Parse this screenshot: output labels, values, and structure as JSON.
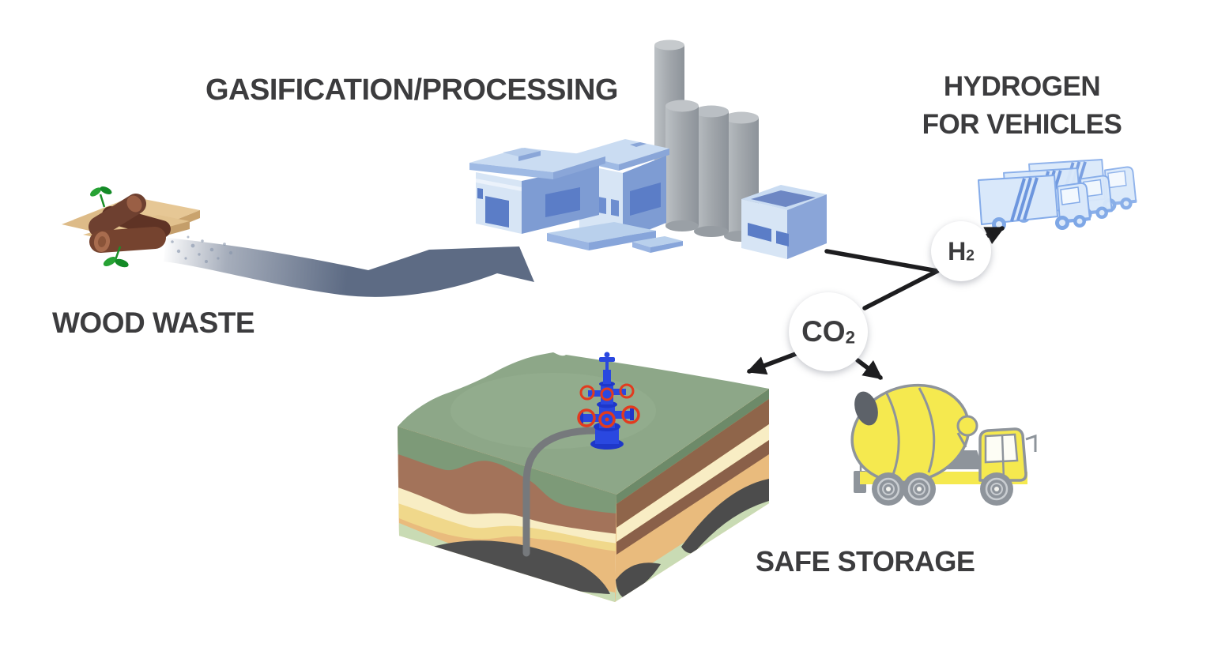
{
  "labels": {
    "process": "GASIFICATION/PROCESSING",
    "hydrogen": {
      "line1": "HYDROGEN",
      "line2": "FOR VEHICLES"
    },
    "wood_waste": "WOOD WASTE",
    "safe_storage": "SAFE STORAGE"
  },
  "badges": {
    "co2": {
      "symbol": "CO",
      "subscript": "2"
    },
    "h2": {
      "symbol": "H",
      "subscript": "2"
    }
  },
  "flow": {
    "nodes": [
      {
        "id": "wood-waste",
        "label": "WOOD WASTE"
      },
      {
        "id": "gasification-processing",
        "label": "GASIFICATION/PROCESSING"
      },
      {
        "id": "h2",
        "label": "H2"
      },
      {
        "id": "hydrogen-for-vehicles",
        "label": "HYDROGEN FOR VEHICLES"
      },
      {
        "id": "co2",
        "label": "CO2"
      },
      {
        "id": "safe-storage",
        "label": "SAFE STORAGE"
      },
      {
        "id": "concrete-truck",
        "label": ""
      }
    ],
    "edges": [
      {
        "from": "wood-waste",
        "to": "gasification-processing",
        "style": "bulk-arrow"
      },
      {
        "from": "gasification-processing",
        "to": "h2",
        "style": "line"
      },
      {
        "from": "h2",
        "to": "hydrogen-for-vehicles",
        "style": "arrow"
      },
      {
        "from": "co2",
        "to": "h2",
        "style": "line"
      },
      {
        "from": "co2",
        "to": "safe-storage",
        "style": "arrow"
      },
      {
        "from": "co2",
        "to": "concrete-truck",
        "style": "arrow"
      }
    ]
  },
  "colors": {
    "text": "#3c3c3e",
    "bulk_arrow": "#5d6b84",
    "thin_arrow": "#1d1d1f",
    "factory_light_blue": "#d7e5f5",
    "factory_mid_blue": "#7e9cd3",
    "factory_dark_blue": "#5b7dc7",
    "silo_gray": "#a2a7ac",
    "truck_blue": "#d9e8fa",
    "cement_yellow": "#f5e94f",
    "machinery_gray": "#8e949b",
    "ground_green": "#8da788",
    "layer_cream": "#f8edc4",
    "layer_tan": "#e9bb7d",
    "layer_brown": "#8f654a",
    "layer_pale_green": "#c9dbb4",
    "layer_dark_lens": "#4c4c4c",
    "wellhead_blue": "#2a48e0",
    "valve_red": "#e23b1e",
    "wood_tan": "#e6c795",
    "log_brown": "#75432f",
    "leaf_green": "#27a234"
  }
}
